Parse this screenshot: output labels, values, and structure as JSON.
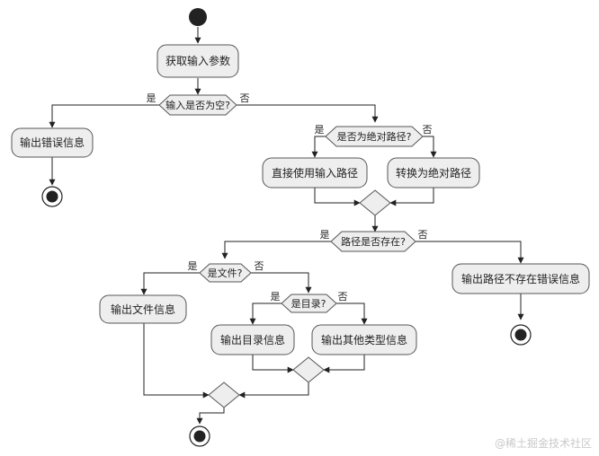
{
  "diagram": {
    "activities": {
      "get_input": "获取输入参数",
      "output_error": "输出错误信息",
      "use_input_path": "直接使用输入路径",
      "convert_abs_path": "转换为绝对路径",
      "output_file_info": "输出文件信息",
      "output_dir_info": "输出目录信息",
      "output_other_info": "输出其他类型信息",
      "output_not_exist": "输出路径不存在错误信息"
    },
    "decisions": {
      "input_empty": "输入是否为空?",
      "is_absolute": "是否为绝对路径?",
      "path_exists": "路径是否存在?",
      "is_file": "是文件?",
      "is_dir": "是目录?"
    },
    "labels": {
      "yes": "是",
      "no": "否"
    },
    "colors": {
      "node_fill": "#eeeeee",
      "node_stroke": "#555555",
      "line": "#222222"
    }
  },
  "watermark": "@稀土掘金技术社区"
}
